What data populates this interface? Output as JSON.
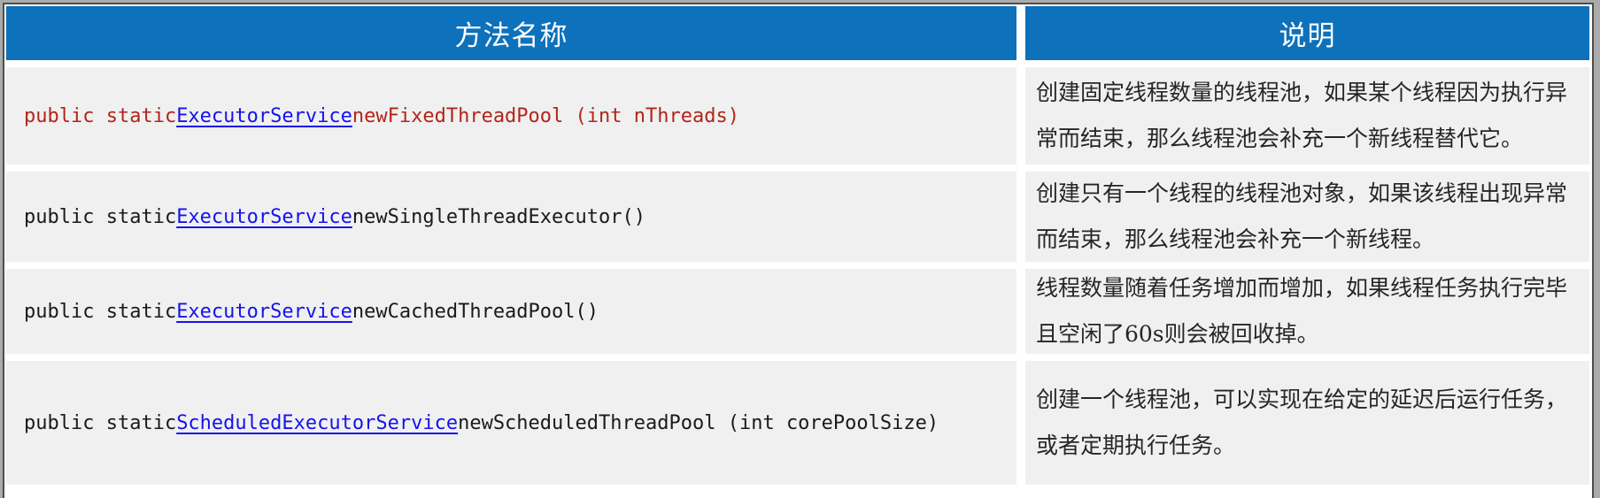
{
  "page": {
    "background_color": "#ababab",
    "border_color": "#4d4d4d"
  },
  "table": {
    "header": {
      "method_col_label": "方法名称",
      "desc_col_label": "说明",
      "bg_color": "#0e71bb",
      "text_color": "#ffffff"
    },
    "row_bg_color": "#f0f0f0",
    "link_color": "#1512ee",
    "highlight_color": "#b2251a",
    "default_code_color": "#1a1a1a",
    "rows": [
      {
        "signature": {
          "prefix": "public static ",
          "link": "ExecutorService",
          "suffix": " newFixedThreadPool (int nThreads)",
          "color": "#b2251a"
        },
        "description": "创建固定线程数量的线程池，如果某个线程因为执行异常而结束，那么线程池会补充一个新线程替代它。"
      },
      {
        "signature": {
          "prefix": "public static ",
          "link": "ExecutorService",
          "suffix": " newSingleThreadExecutor()",
          "color": "#1a1a1a"
        },
        "description": "创建只有一个线程的线程池对象，如果该线程出现异常而结束，那么线程池会补充一个新线程。"
      },
      {
        "signature": {
          "prefix": "public static ",
          "link": "ExecutorService",
          "suffix": " newCachedThreadPool()",
          "color": "#1a1a1a"
        },
        "description": "线程数量随着任务增加而增加，如果线程任务执行完毕且空闲了60s则会被回收掉。"
      },
      {
        "signature": {
          "prefix": "public static ",
          "link": "ScheduledExecutorService",
          "suffix": " newScheduledThreadPool (int corePoolSize)",
          "color": "#1a1a1a"
        },
        "description": "创建一个线程池，可以实现在给定的延迟后运行任务，或者定期执行任务。"
      }
    ]
  }
}
